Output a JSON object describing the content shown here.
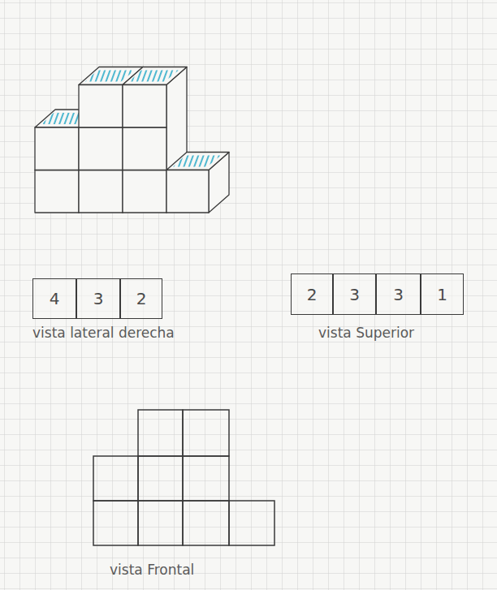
{
  "diagram": {
    "nodes": [
      {
        "text": [
          "4"
        ]
      },
      {
        "text": [
          "3"
        ]
      },
      {
        "text": [
          "2"
        ]
      },
      {
        "text": [
          "2"
        ]
      },
      {
        "text": [
          "3"
        ]
      },
      {
        "text": [
          "3"
        ]
      },
      {
        "text": [
          "1"
        ]
      }
    ],
    "labels": [
      "vista lateral derecha",
      "vista Superior",
      "vista Frontal"
    ]
  }
}
